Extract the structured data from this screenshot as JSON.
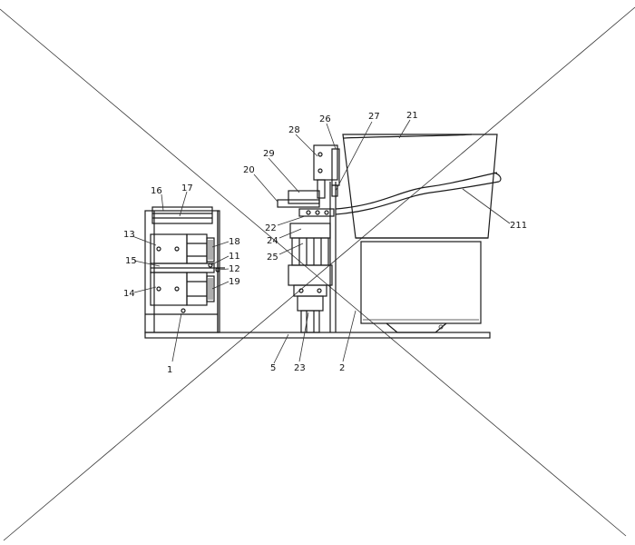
{
  "colors": {
    "line": "#1a1a1a",
    "background": "#ffffff"
  },
  "labels": {
    "l1": "1",
    "l2": "2",
    "l5": "5",
    "l11": "11",
    "l12": "12",
    "l13": "13",
    "l14": "14",
    "l15": "15",
    "l16": "16",
    "l17": "17",
    "l18": "18",
    "l19": "19",
    "l20": "20",
    "l21": "21",
    "l211": "211",
    "l22": "22",
    "l23": "23",
    "l24": "24",
    "l25": "25",
    "l26": "26",
    "l27": "27",
    "l28": "28",
    "l29": "29"
  }
}
